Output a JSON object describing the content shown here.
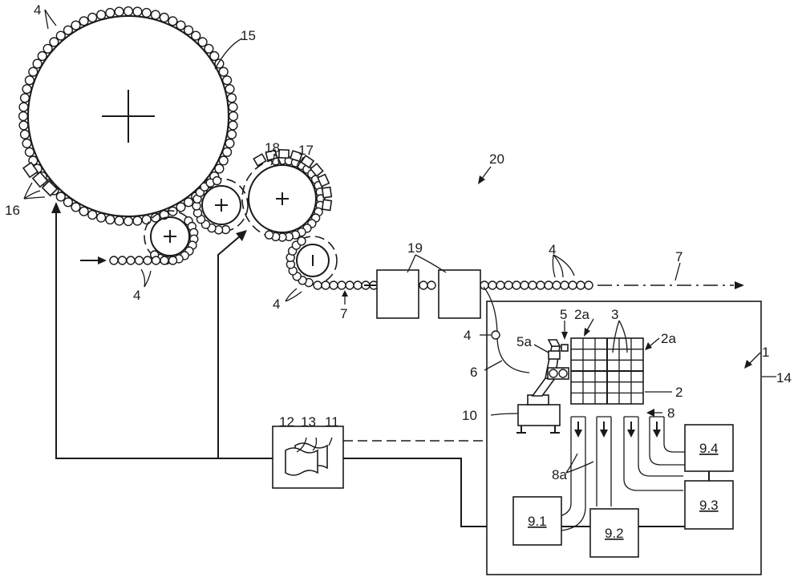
{
  "labels": {
    "n1": "1",
    "n2": "2",
    "n2a_left": "2a",
    "n2a_right": "2a",
    "n3": "3",
    "n4_top": "4",
    "n4_left": "4",
    "n4_mid": "4",
    "n4_right": "4",
    "n4_unit": "4",
    "n5": "5",
    "n5a": "5a",
    "n6": "6",
    "n7_left": "7",
    "n7_right": "7",
    "n8": "8",
    "n8a": "8a",
    "n10": "10",
    "n11": "11",
    "n12": "12",
    "n13": "13",
    "n14": "14",
    "n15": "15",
    "n16": "16",
    "n17": "17",
    "n18": "18",
    "n19": "19",
    "n20": "20"
  },
  "stations": {
    "s91": "9.1",
    "s92": "9.2",
    "s93": "9.3",
    "s94": "9.4"
  }
}
